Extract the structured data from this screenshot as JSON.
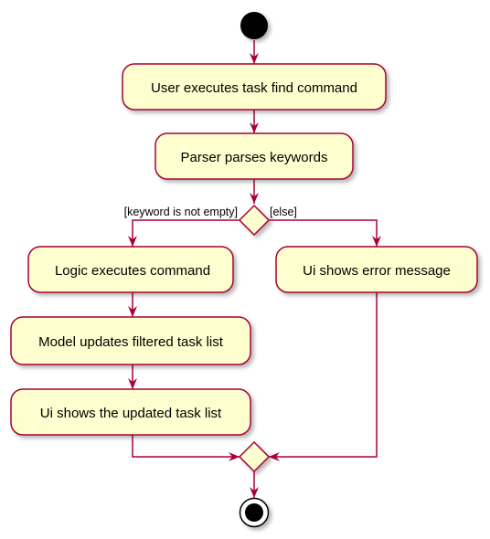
{
  "colors": {
    "node_fill": "#FEFECE",
    "node_border": "#A80036",
    "edge": "#A80036",
    "start": "#000000",
    "text": "#000000",
    "background": "#FFFFFF"
  },
  "actions": {
    "find_command": "User executes task find command",
    "parse_keywords": "Parser parses keywords",
    "logic_executes": "Logic executes command",
    "model_updates": "Model updates filtered task list",
    "ui_updated": "Ui shows the updated task list",
    "ui_error": "Ui shows error message"
  },
  "guards": {
    "not_empty": "[keyword is not empty]",
    "else": "[else]"
  }
}
